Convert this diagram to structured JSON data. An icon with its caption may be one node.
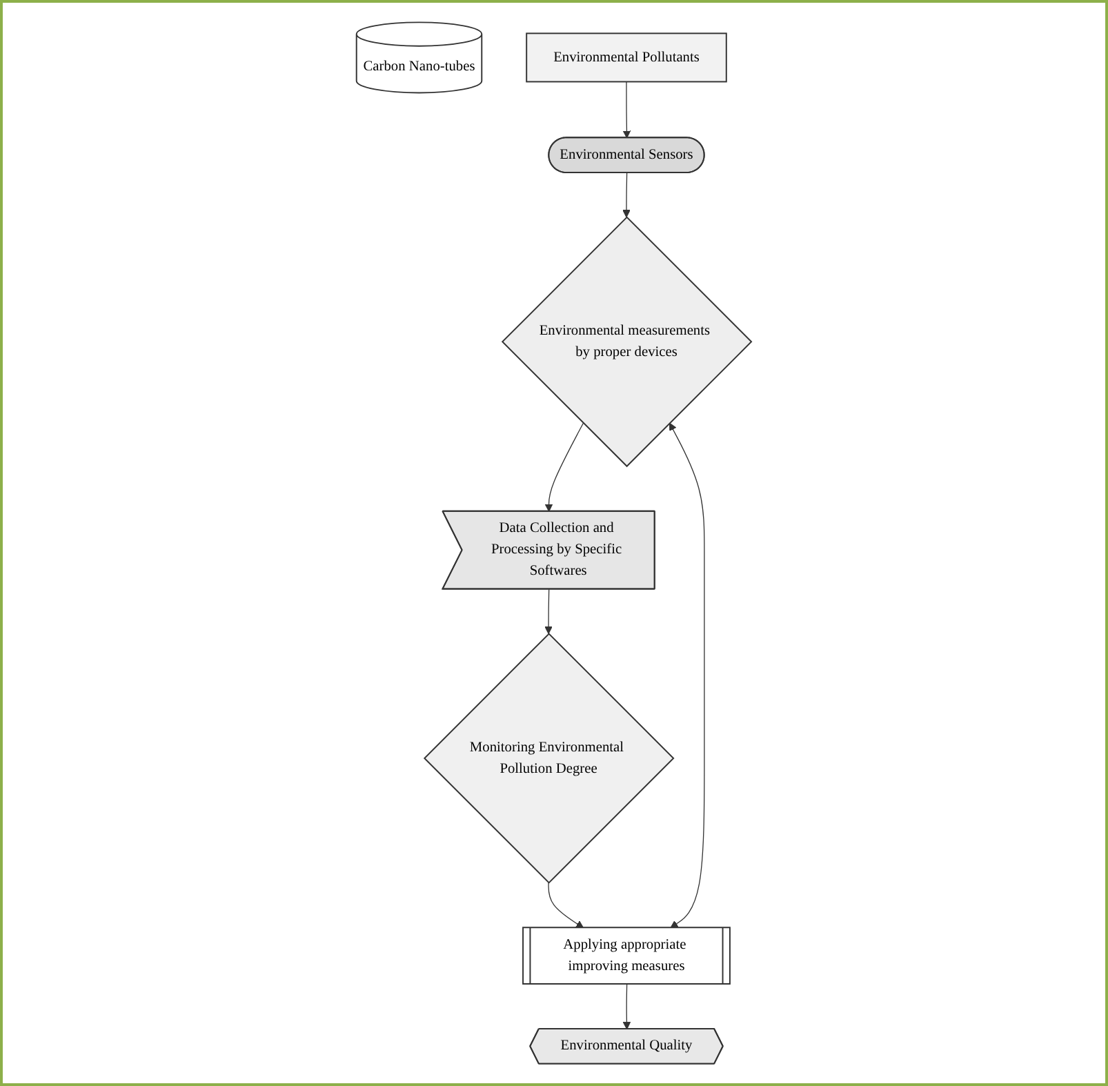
{
  "diagram": {
    "nodes": [
      {
        "text": [
          "Carbon Nano-tubes"
        ]
      },
      {
        "text": [
          "Environmental Sensors"
        ]
      },
      {
        "text": [
          "Environmental measurements by proper devices"
        ]
      },
      {
        "text": [
          "Data Collection and Processing by Specific Softwares"
        ]
      },
      {
        "text": [
          "Environmental Pollutants"
        ]
      },
      {
        "text": [
          "Monitoring Environmental Pollution Degree"
        ]
      },
      {
        "text": [
          "Applying appropriate improving measures"
        ]
      },
      {
        "text": [
          "Environmental Quality"
        ]
      }
    ],
    "edges": [
      {
        "from": 4,
        "to": 1,
        "arrow": "to"
      },
      {
        "from": 1,
        "to": 2,
        "arrow": "to"
      },
      {
        "from": 2,
        "to": 3,
        "arrow": "to"
      },
      {
        "from": 3,
        "to": 5,
        "arrow": "to"
      },
      {
        "from": 5,
        "to": 6,
        "arrow": "to"
      },
      {
        "from": 6,
        "to": 2,
        "arrow": "both"
      },
      {
        "from": 6,
        "to": 7,
        "arrow": "to"
      }
    ]
  }
}
